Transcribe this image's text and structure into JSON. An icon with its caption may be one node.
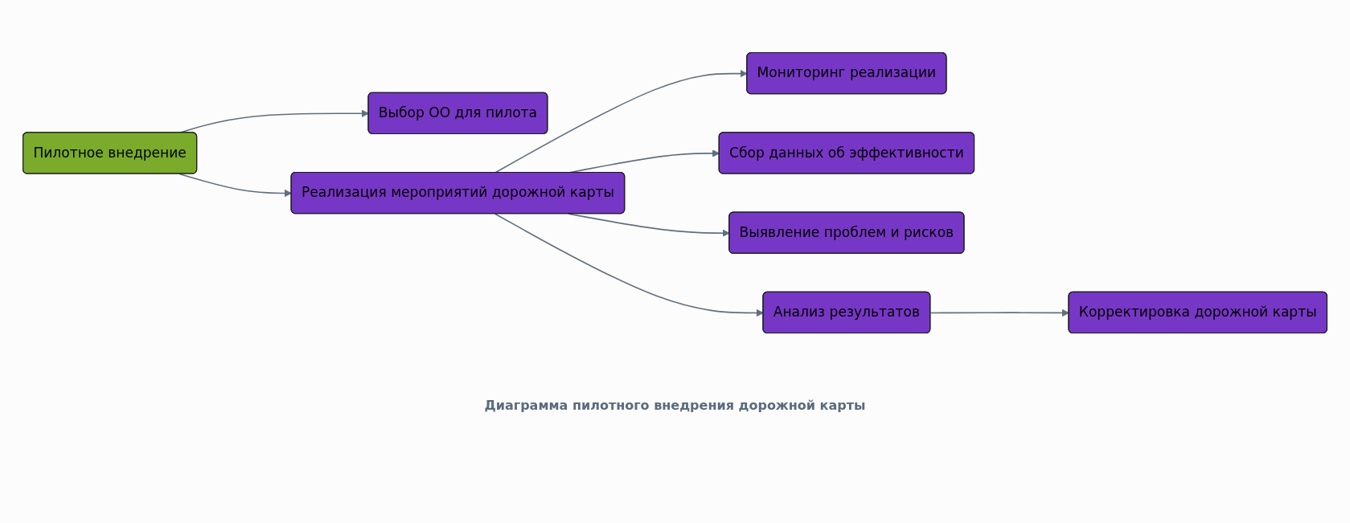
{
  "diagram": {
    "caption": "Диаграмма пилотного внедрения дорожной карты",
    "nodes": [
      {
        "text": [
          "Пилотное внедрение"
        ]
      },
      {
        "text": [
          "Выбор ОО для пилота"
        ]
      },
      {
        "text": [
          "Реализация мероприятий дорожной карты"
        ]
      },
      {
        "text": [
          "Мониторинг реализации"
        ]
      },
      {
        "text": [
          "Сбор данных об эффективности"
        ]
      },
      {
        "text": [
          "Выявление проблем и рисков"
        ]
      },
      {
        "text": [
          "Анализ результатов"
        ]
      },
      {
        "text": [
          "Корректировка дорожной карты"
        ]
      }
    ],
    "edges": [
      {
        "from": 0,
        "to": 1,
        "arrow": "to"
      },
      {
        "from": 0,
        "to": 2,
        "arrow": "to"
      },
      {
        "from": 2,
        "to": 3,
        "arrow": "to"
      },
      {
        "from": 2,
        "to": 4,
        "arrow": "to"
      },
      {
        "from": 2,
        "to": 5,
        "arrow": "to"
      },
      {
        "from": 2,
        "to": 6,
        "arrow": "to"
      },
      {
        "from": 6,
        "to": 7,
        "arrow": "to"
      }
    ]
  }
}
